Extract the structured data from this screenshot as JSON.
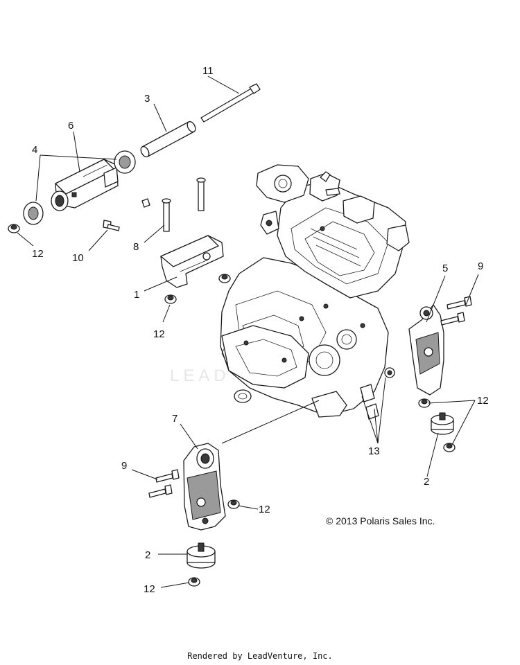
{
  "diagram": {
    "callouts": [
      "11",
      "3",
      "6",
      "4",
      "12",
      "10",
      "8",
      "1",
      "12",
      "5",
      "9",
      "12",
      "2",
      "13",
      "7",
      "9",
      "12",
      "2",
      "12"
    ],
    "watermark": "LEAD",
    "copyright": "© 2013 Polaris Sales Inc."
  },
  "footer": {
    "text": "Rendered by LeadVenture, Inc."
  }
}
